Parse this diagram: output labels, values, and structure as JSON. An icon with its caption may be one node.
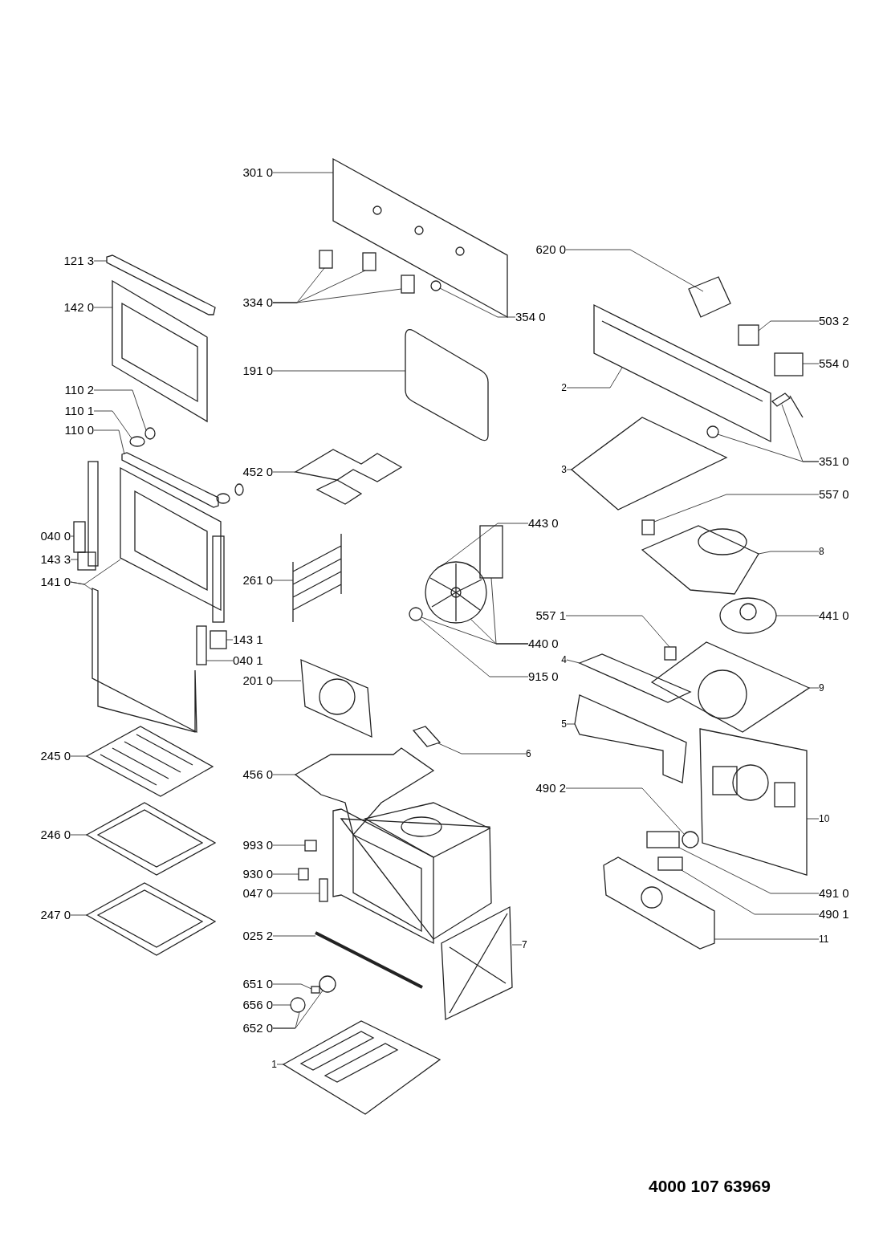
{
  "diagram": {
    "nodes": [
      {
        "text": [
          "301 0"
        ]
      },
      {
        "text": [],
        "shape": "picture"
      },
      {
        "text": [
          "121 3"
        ]
      },
      {
        "text": [],
        "shape": "picture"
      },
      {
        "text": [
          "142 0"
        ]
      },
      {
        "text": [],
        "shape": "picture"
      },
      {
        "text": [
          "110 2"
        ]
      },
      {
        "text": [],
        "shape": "circle"
      },
      {
        "text": [
          "110 1"
        ]
      },
      {
        "text": [],
        "shape": "circle"
      },
      {
        "text": [
          "110 0"
        ]
      },
      {
        "text": [],
        "shape": "picture"
      },
      {
        "text": [
          "040 0"
        ]
      },
      {
        "text": [],
        "shape": "box"
      },
      {
        "text": [
          "143 3"
        ]
      },
      {
        "text": [],
        "shape": "box"
      },
      {
        "text": [
          "141 0"
        ]
      },
      {
        "text": [],
        "shape": "picture"
      },
      {
        "text": [],
        "shape": "picture"
      },
      {
        "text": [
          "143 1"
        ]
      },
      {
        "text": [],
        "shape": "box"
      },
      {
        "text": [
          "040 1"
        ]
      },
      {
        "text": [],
        "shape": "box"
      },
      {
        "text": [
          "245 0"
        ]
      },
      {
        "text": [],
        "shape": "picture"
      },
      {
        "text": [
          "246 0"
        ]
      },
      {
        "text": [],
        "shape": "picture"
      },
      {
        "text": [
          "247 0"
        ]
      },
      {
        "text": [],
        "shape": "picture"
      },
      {
        "text": [
          "334 0"
        ]
      },
      {
        "text": [],
        "shape": "box"
      },
      {
        "text": [],
        "shape": "box"
      },
      {
        "text": [],
        "shape": "box"
      },
      {
        "text": [
          "354 0"
        ]
      },
      {
        "text": [],
        "shape": "circle"
      },
      {
        "text": [
          "191 0"
        ]
      },
      {
        "text": [],
        "shape": "picture"
      },
      {
        "text": [
          "452 0"
        ]
      },
      {
        "text": [],
        "shape": "picture"
      },
      {
        "text": [
          "261 0"
        ]
      },
      {
        "text": [],
        "shape": "picture"
      },
      {
        "text": [
          "201 0"
        ]
      },
      {
        "text": [],
        "shape": "picture"
      },
      {
        "text": [
          "443 0"
        ]
      },
      {
        "text": [],
        "shape": "picture"
      },
      {
        "text": [],
        "shape": "box"
      },
      {
        "text": [
          "440 0"
        ]
      },
      {
        "text": [],
        "shape": "circle"
      },
      {
        "text": [
          "915 0"
        ]
      },
      {
        "text": [
          "456 0"
        ]
      },
      {
        "text": [],
        "shape": "picture"
      },
      {
        "text": [
          "6"
        ]
      },
      {
        "text": [],
        "shape": "picture"
      },
      {
        "text": [
          "993 0"
        ]
      },
      {
        "text": [],
        "shape": "box"
      },
      {
        "text": [
          "930 0"
        ]
      },
      {
        "text": [],
        "shape": "box"
      },
      {
        "text": [
          "047 0"
        ]
      },
      {
        "text": [],
        "shape": "box"
      },
      {
        "text": [
          "025 2"
        ]
      },
      {
        "text": [],
        "shape": "bar"
      },
      {
        "text": [
          "651 0"
        ]
      },
      {
        "text": [],
        "shape": "box"
      },
      {
        "text": [
          "656 0"
        ]
      },
      {
        "text": [],
        "shape": "circle"
      },
      {
        "text": [
          "652 0"
        ]
      },
      {
        "text": [],
        "shape": "circle"
      },
      {
        "text": [
          "1"
        ]
      },
      {
        "text": [],
        "shape": "picture"
      },
      {
        "text": [
          "7"
        ]
      },
      {
        "text": [],
        "shape": "picture"
      },
      {
        "text": [
          "620 0"
        ]
      },
      {
        "text": [],
        "shape": "picture"
      },
      {
        "text": [
          "503 2"
        ]
      },
      {
        "text": [],
        "shape": "box"
      },
      {
        "text": [
          "554 0"
        ]
      },
      {
        "text": [],
        "shape": "box"
      },
      {
        "text": [
          "2"
        ]
      },
      {
        "text": [],
        "shape": "picture"
      },
      {
        "text": [
          "351 0"
        ]
      },
      {
        "text": [],
        "shape": "circle"
      },
      {
        "text": [],
        "shape": "picture"
      },
      {
        "text": [
          "3"
        ]
      },
      {
        "text": [],
        "shape": "picture"
      },
      {
        "text": [
          "557 0"
        ]
      },
      {
        "text": [],
        "shape": "box"
      },
      {
        "text": [
          "8"
        ]
      },
      {
        "text": [],
        "shape": "picture"
      },
      {
        "text": [
          "441 0"
        ]
      },
      {
        "text": [],
        "shape": "picture"
      },
      {
        "text": [
          "557 1"
        ]
      },
      {
        "text": [],
        "shape": "box"
      },
      {
        "text": [
          "4"
        ]
      },
      {
        "text": [],
        "shape": "picture"
      },
      {
        "text": [
          "9"
        ]
      },
      {
        "text": [],
        "shape": "picture"
      },
      {
        "text": [
          "5"
        ]
      },
      {
        "text": [],
        "shape": "picture"
      },
      {
        "text": [
          "490 2"
        ]
      },
      {
        "text": [],
        "shape": "circle"
      },
      {
        "text": [
          "10"
        ]
      },
      {
        "text": [],
        "shape": "picture"
      },
      {
        "text": [
          "491 0"
        ]
      },
      {
        "text": [],
        "shape": "box"
      },
      {
        "text": [
          "490 1"
        ]
      },
      {
        "text": [],
        "shape": "box"
      },
      {
        "text": [
          "11"
        ]
      },
      {
        "text": [],
        "shape": "picture"
      }
    ],
    "edges": [
      {
        "from": 0,
        "to": 1,
        "arrow": "none"
      },
      {
        "from": 2,
        "to": 3,
        "arrow": "none"
      },
      {
        "from": 4,
        "to": 5,
        "arrow": "none"
      },
      {
        "from": 6,
        "to": 7,
        "arrow": "none"
      },
      {
        "from": 8,
        "to": 9,
        "arrow": "none"
      },
      {
        "from": 10,
        "to": 11,
        "arrow": "none"
      },
      {
        "from": 12,
        "to": 13,
        "arrow": "none"
      },
      {
        "from": 14,
        "to": 15,
        "arrow": "none"
      },
      {
        "from": 16,
        "to": 17,
        "arrow": "none"
      },
      {
        "from": 16,
        "to": 18,
        "arrow": "none"
      },
      {
        "from": 19,
        "to": 20,
        "arrow": "none"
      },
      {
        "from": 21,
        "to": 22,
        "arrow": "none"
      },
      {
        "from": 23,
        "to": 24,
        "arrow": "none"
      },
      {
        "from": 25,
        "to": 26,
        "arrow": "none"
      },
      {
        "from": 27,
        "to": 28,
        "arrow": "none"
      },
      {
        "from": 29,
        "to": 30,
        "arrow": "none"
      },
      {
        "from": 29,
        "to": 31,
        "arrow": "none"
      },
      {
        "from": 29,
        "to": 32,
        "arrow": "none"
      },
      {
        "from": 33,
        "to": 34,
        "arrow": "none"
      },
      {
        "from": 35,
        "to": 36,
        "arrow": "none"
      },
      {
        "from": 37,
        "to": 38,
        "arrow": "none"
      },
      {
        "from": 39,
        "to": 40,
        "arrow": "none"
      },
      {
        "from": 41,
        "to": 42,
        "arrow": "none"
      },
      {
        "from": 43,
        "to": 44,
        "arrow": "none"
      },
      {
        "from": 46,
        "to": 44,
        "arrow": "none"
      },
      {
        "from": 46,
        "to": 45,
        "arrow": "none"
      },
      {
        "from": 46,
        "to": 47,
        "arrow": "none"
      },
      {
        "from": 48,
        "to": 47,
        "arrow": "none"
      },
      {
        "from": 49,
        "to": 50,
        "arrow": "none"
      },
      {
        "from": 51,
        "to": 52,
        "arrow": "none"
      },
      {
        "from": 53,
        "to": 54,
        "arrow": "none"
      },
      {
        "from": 55,
        "to": 56,
        "arrow": "none"
      },
      {
        "from": 57,
        "to": 58,
        "arrow": "none"
      },
      {
        "from": 59,
        "to": 60,
        "arrow": "none"
      },
      {
        "from": 61,
        "to": 62,
        "arrow": "none"
      },
      {
        "from": 63,
        "to": 64,
        "arrow": "none"
      },
      {
        "from": 65,
        "to": 64,
        "arrow": "none"
      },
      {
        "from": 65,
        "to": 66,
        "arrow": "none"
      },
      {
        "from": 67,
        "to": 68,
        "arrow": "none"
      },
      {
        "from": 69,
        "to": 70,
        "arrow": "none"
      },
      {
        "from": 71,
        "to": 72,
        "arrow": "none"
      },
      {
        "from": 73,
        "to": 74,
        "arrow": "none"
      },
      {
        "from": 75,
        "to": 76,
        "arrow": "none"
      },
      {
        "from": 77,
        "to": 78,
        "arrow": "none"
      },
      {
        "from": 79,
        "to": 80,
        "arrow": "none"
      },
      {
        "from": 79,
        "to": 81,
        "arrow": "none"
      },
      {
        "from": 82,
        "to": 83,
        "arrow": "none"
      },
      {
        "from": 84,
        "to": 85,
        "arrow": "none"
      },
      {
        "from": 86,
        "to": 87,
        "arrow": "none"
      },
      {
        "from": 88,
        "to": 89,
        "arrow": "none"
      },
      {
        "from": 90,
        "to": 91,
        "arrow": "none"
      },
      {
        "from": 92,
        "to": 93,
        "arrow": "none"
      },
      {
        "from": 94,
        "to": 95,
        "arrow": "none"
      },
      {
        "from": 96,
        "to": 97,
        "arrow": "none"
      },
      {
        "from": 98,
        "to": 99,
        "arrow": "none"
      },
      {
        "from": 100,
        "to": 101,
        "arrow": "none"
      },
      {
        "from": 102,
        "to": 103,
        "arrow": "none"
      },
      {
        "from": 104,
        "to": 105,
        "arrow": "none"
      },
      {
        "from": 106,
        "to": 107,
        "arrow": "none"
      }
    ],
    "labels": [
      "4000 107 63969"
    ]
  }
}
